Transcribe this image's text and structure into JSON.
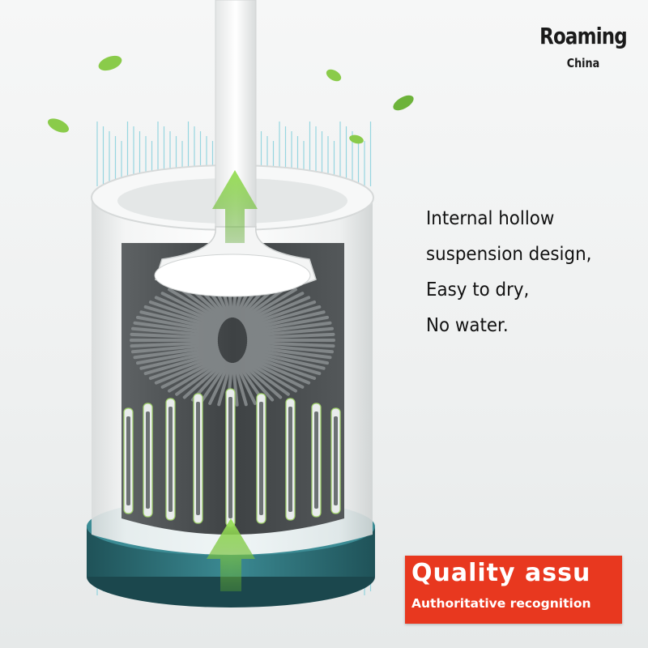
{
  "brand": {
    "name": "Roaming",
    "subtitle": "China"
  },
  "description": {
    "lines": [
      "Internal hollow",
      "suspension design,",
      "Easy to dry,",
      "No water."
    ]
  },
  "badge": {
    "title": "Quality assu",
    "subtitle": "Authoritative recognition"
  },
  "colors": {
    "airflow": "#6fc9d8",
    "arrow": "#7bc23f",
    "base": "#2f6f78",
    "badge": "#e8381f",
    "leaf": "#8acb4a"
  },
  "icons": [
    "leaf-icon",
    "up-arrow-icon"
  ]
}
